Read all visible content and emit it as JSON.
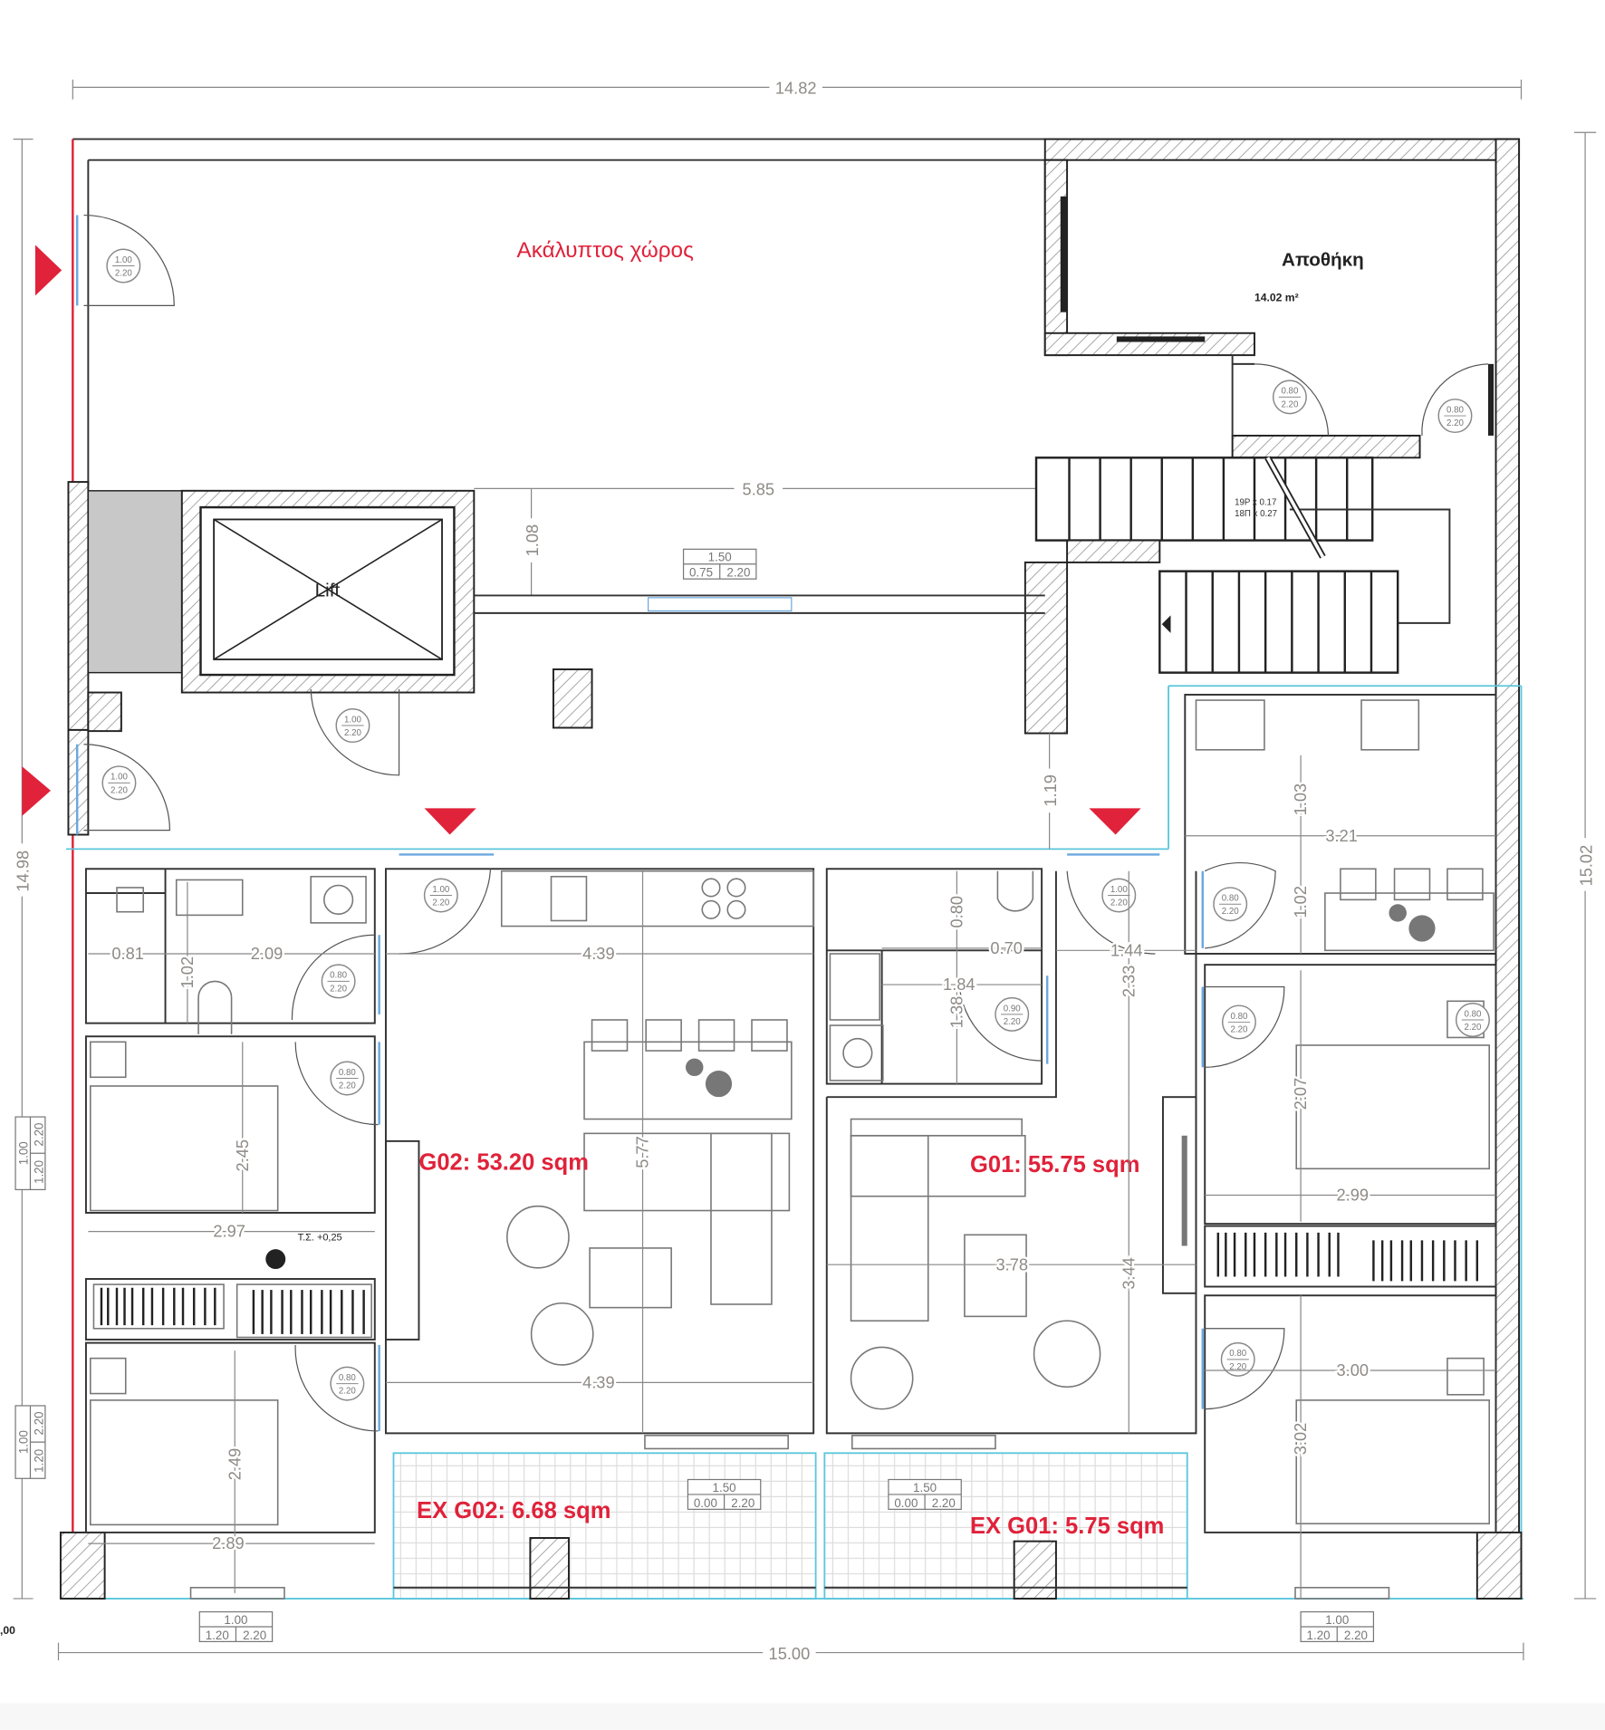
{
  "labels": {
    "courtyard": "Ακάλυπτος χώρος",
    "storage": "Αποθήκη",
    "storage_area": "14.02 m²",
    "lift": "Lift",
    "unit_g02": "G02:  53.20 sqm",
    "unit_g01": "G01:  55.75 sqm",
    "balcony_g02": "EX G02:  6.68 sqm",
    "balcony_g01": "EX G01:  5.75 sqm",
    "level": ",00",
    "floor_level": "Τ.Σ. +0,25",
    "stair_risers": "19Ρ x 0.17",
    "stair_treads": "18Π x 0.27"
  },
  "dimensions": {
    "top_overall": "14.82",
    "bottom_overall": "15.00",
    "left_overall": "14.98",
    "right_overall": "15.02",
    "corridor": "5.85",
    "corridor_depth": "1.08",
    "corridor_gap": "1.19",
    "bath_g02_a": "0.81",
    "bath_g02_b": "1.02",
    "bath_g02_c": "2.09",
    "living_g02_top": "4.39",
    "living_g02_bottom": "4.39",
    "living_g02_depth": "5.77",
    "bath_g01_a": "0.80",
    "bath_g01_b": "0.70",
    "bath_g01_c": "1.84",
    "bath_g01_d": "1.38",
    "hall_g01_w": "1.44",
    "hall_g01_d": "2.33",
    "living_g01_w": "3.78",
    "living_g01_d": "3.44",
    "kitchen_g01_w": "3.21",
    "kitchen_g01_a": "1.03",
    "kitchen_g01_b": "1.02",
    "bed1_g02_d": "2.45",
    "bed1_g02_w": "2.97",
    "bed2_g02_d": "2.49",
    "bed2_g02_w": "2.89",
    "bed1_g01_d": "2.07",
    "bed1_g01_w": "2.99",
    "bed2_g01_w": "3.00",
    "bed2_g01_d": "3.02"
  },
  "windows": {
    "corridor": {
      "width": "1.50",
      "sill": "0.75",
      "height": "2.20"
    },
    "balcony_g02": {
      "width": "1.50",
      "sill": "0.00",
      "height": "2.20"
    },
    "balcony_g01": {
      "width": "1.50",
      "sill": "0.00",
      "height": "2.20"
    },
    "bottom_left": {
      "width": "1.00",
      "sill": "1.20",
      "height": "2.20"
    },
    "bottom_right": {
      "width": "1.00",
      "sill": "1.20",
      "height": "2.20"
    },
    "left_upper": {
      "width": "1.00",
      "sill": "1.20",
      "height": "2.20"
    },
    "left_lower": {
      "width": "1.00",
      "sill": "1.20",
      "height": "2.20"
    }
  },
  "doors": [
    {
      "w": "1.00",
      "h": "2.20"
    },
    {
      "w": "1.00",
      "h": "2.20"
    },
    {
      "w": "1.00",
      "h": "2.20"
    },
    {
      "w": "0.80",
      "h": "2.20"
    },
    {
      "w": "0.80",
      "h": "2.20"
    },
    {
      "w": "1.00",
      "h": "2.20"
    },
    {
      "w": "0.80",
      "h": "2.20"
    },
    {
      "w": "0.80",
      "h": "2.20"
    },
    {
      "w": "0.80",
      "h": "2.20"
    },
    {
      "w": "1.00",
      "h": "2.20"
    },
    {
      "w": "0.90",
      "h": "2.20"
    },
    {
      "w": "0.80",
      "h": "2.20"
    },
    {
      "w": "0.80",
      "h": "2.20"
    },
    {
      "w": "0.80",
      "h": "2.20"
    },
    {
      "w": "0.80",
      "h": "2.20"
    }
  ],
  "colors": {
    "accent_red": "#e0223a",
    "partition_cyan": "#5bc6dc",
    "door_blue": "#6aa8e0"
  }
}
